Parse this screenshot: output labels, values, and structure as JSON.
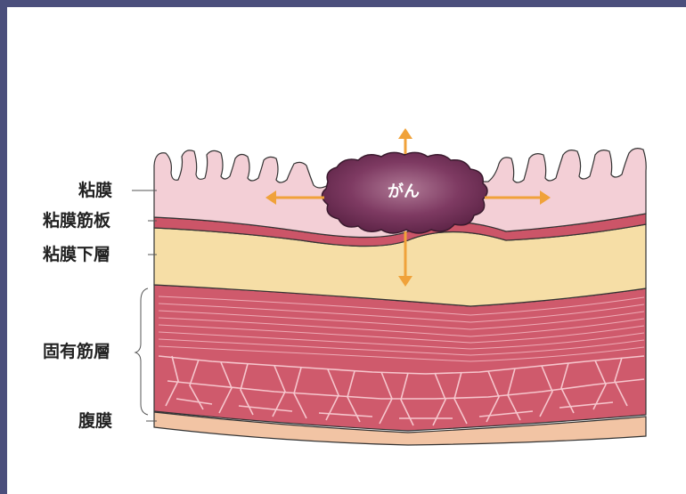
{
  "diagram": {
    "labels": {
      "mucosa": "粘膜",
      "muscularis_mucosae": "粘膜筋板",
      "submucosa": "粘膜下層",
      "muscularis_propria": "固有筋層",
      "serosa": "腹膜"
    },
    "tumor_label": "がん"
  },
  "colors": {
    "frame_border": "#4b4f7c",
    "mucosa": "#f3cfd6",
    "muscularis_mucosae": "#cc5568",
    "submucosa": "#f6dea6",
    "muscle": "#cf5a6c",
    "serosa": "#f2c4a4",
    "tumor": "#6e2f52",
    "arrow": "#f0a23a"
  }
}
